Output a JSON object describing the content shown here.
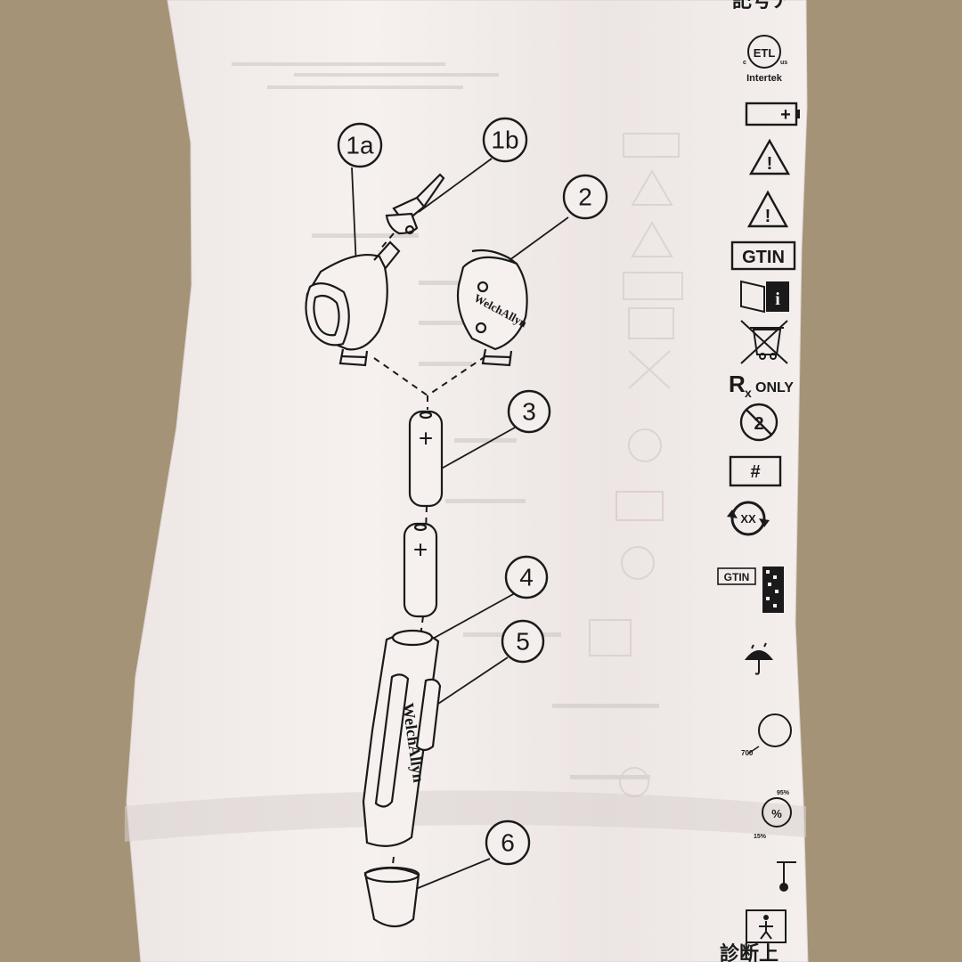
{
  "callouts": [
    "1a",
    "1b",
    "2",
    "3",
    "4",
    "5",
    "6"
  ],
  "battery_plus": "+",
  "brand_text": "WelchAllyn",
  "top_header": "記号ア",
  "bottom_header": "診断上",
  "symbols": {
    "etl_main": "ETL",
    "etl_c": "c",
    "etl_us": "us",
    "etl_maker": "Intertek",
    "battery_plus": "+",
    "warning_mark": "!",
    "gtin_large": "GTIN",
    "info_mark": "i",
    "rx_r": "R",
    "rx_x": "x",
    "rx_only": "ONLY",
    "single_use": "2",
    "hash": "#",
    "recycle": "XX",
    "gtin_small": "GTIN",
    "pressure_value": "700",
    "humidity_high": "95%",
    "humidity_low": "15%",
    "humidity_mark": "%"
  },
  "colors": {
    "table": "#a9977a",
    "paper": "#f2ecea",
    "ink": "#1a1a1a",
    "bleed": "#c9c2bd"
  }
}
